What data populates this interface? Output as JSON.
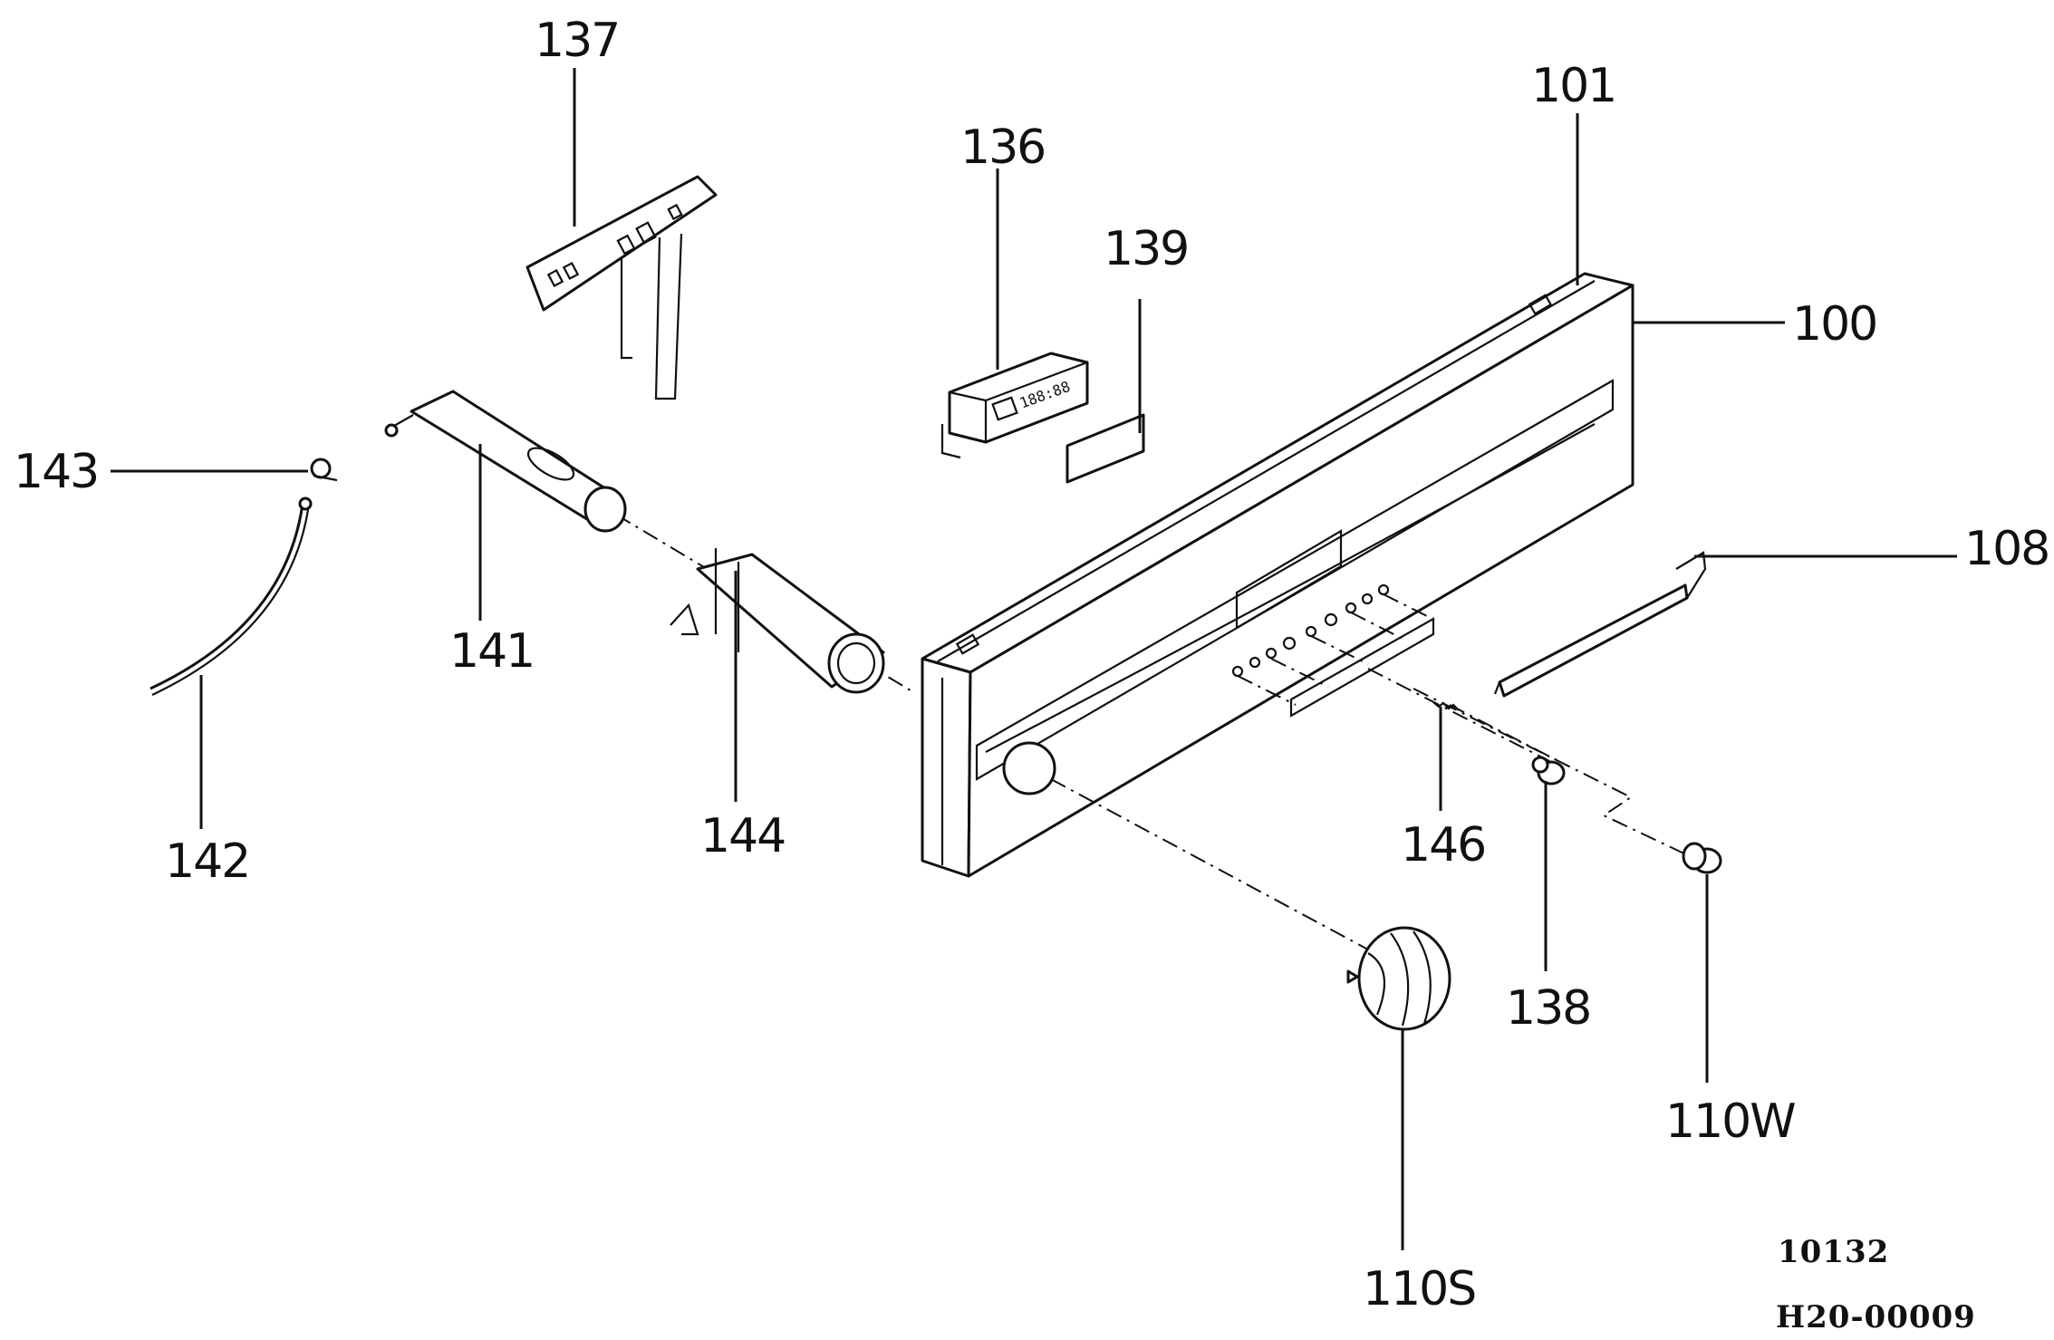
{
  "labels": {
    "p100": "100",
    "p101": "101",
    "p108": "108",
    "p110S": "110S",
    "p110W": "110W",
    "p136": "136",
    "p137": "137",
    "p138": "138",
    "p139": "139",
    "p141": "141",
    "p142": "142",
    "p143": "143",
    "p144": "144",
    "p146": "146"
  },
  "codes": {
    "drawing_number": "10132",
    "reference": "H20-00009"
  }
}
